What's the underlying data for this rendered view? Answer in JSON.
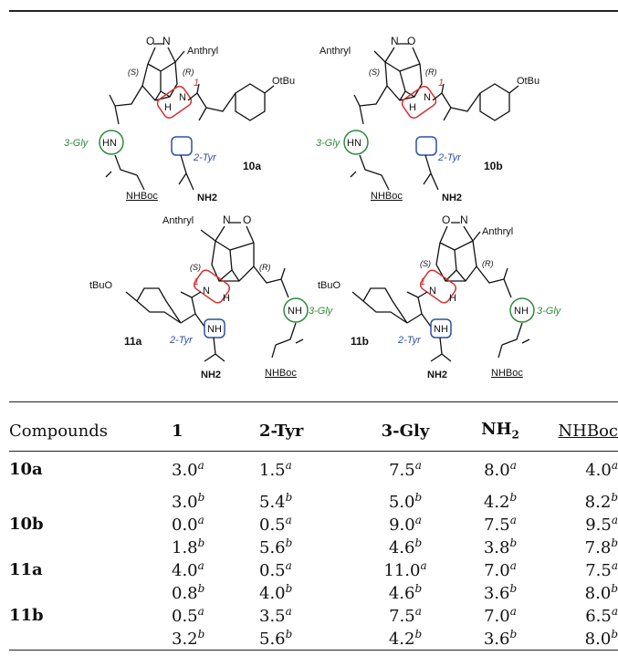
{
  "structures": {
    "s10a": {
      "id": "10a",
      "aryl": "Anthryl",
      "n": "N",
      "o": "O",
      "s": "(S)",
      "r": "(R)",
      "one": "1",
      "h": "H",
      "otbu": "OtBu",
      "gly": "3-Gly",
      "tyr": "2-Tyr",
      "hn": "HN",
      "nhboc": "NHBoc",
      "nh2": "NH2"
    },
    "s10b": {
      "id": "10b",
      "aryl": "Anthryl",
      "n": "N",
      "o": "O",
      "s": "(S)",
      "r": "(R)",
      "one": "1",
      "h": "H",
      "otbu": "OtBu",
      "gly": "3-Gly",
      "tyr": "2-Tyr",
      "hn": "HN",
      "nhboc": "NHBoc",
      "nh2": "NH2"
    },
    "s11a": {
      "id": "11a",
      "aryl": "Anthryl",
      "n": "N",
      "o": "O",
      "s": "(S)",
      "r": "(R)",
      "one": "1",
      "h": "H",
      "tbuo": "tBuO",
      "gly": "3-Gly",
      "tyr": "2-Tyr",
      "nh": "NH",
      "nhboc": "NHBoc",
      "nh2": "NH2"
    },
    "s11b": {
      "id": "11b",
      "aryl": "Anthryl",
      "n": "N",
      "o": "O",
      "s": "(S)",
      "r": "(R)",
      "one": "1",
      "h": "H",
      "tbuo": "tBuO",
      "gly": "3-Gly",
      "tyr": "2-Tyr",
      "nh": "NH",
      "nhboc": "NHBoc",
      "nh2": "NH2"
    }
  },
  "table": {
    "headers": {
      "compounds": "Compounds",
      "c1": "1",
      "c2": "2-Tyr",
      "c3": "3-Gly",
      "c4_main": "NH",
      "c4_sub": "2",
      "c5": "NHBoc"
    },
    "rows": [
      {
        "compound": "10a",
        "v": [
          "3.0",
          "1.5",
          "7.5",
          "8.0",
          "4.0"
        ],
        "mark": "a"
      },
      {
        "compound": "",
        "v": [
          "3.0",
          "5.4",
          "5.0",
          "4.2",
          "8.2"
        ],
        "mark": "b"
      },
      {
        "compound": "10b",
        "v": [
          "0.0",
          "0.5",
          "9.0",
          "7.5",
          "9.5"
        ],
        "mark": "a"
      },
      {
        "compound": "",
        "v": [
          "1.8",
          "5.6",
          "4.6",
          "3.8",
          "7.8"
        ],
        "mark": "b"
      },
      {
        "compound": "11a",
        "v": [
          "4.0",
          "0.5",
          "11.0",
          "7.0",
          "7.5"
        ],
        "mark": "a"
      },
      {
        "compound": "",
        "v": [
          "0.8",
          "4.0",
          "4.6",
          "3.6",
          "8.0"
        ],
        "mark": "b"
      },
      {
        "compound": "11b",
        "v": [
          "0.5",
          "3.5",
          "7.5",
          "7.0",
          "6.5"
        ],
        "mark": "a"
      },
      {
        "compound": "",
        "v": [
          "3.2",
          "5.6",
          "4.2",
          "3.6",
          "8.0"
        ],
        "mark": "b"
      }
    ]
  },
  "colors": {
    "red": "#d93030",
    "green": "#2e8b3a",
    "blue": "#2e4fa8",
    "ink": "#111111"
  }
}
